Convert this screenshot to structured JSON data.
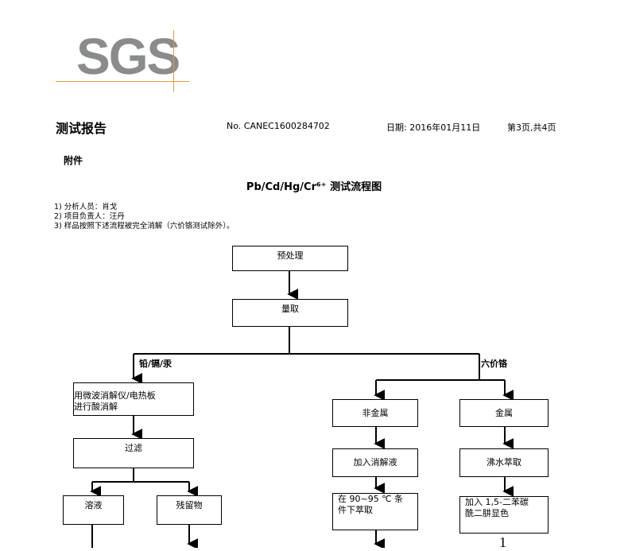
{
  "header": {
    "logo_text": "SGS",
    "title": "测试报告",
    "report_no": "No. CANEC1600284702",
    "date": "日期: 2016年01月11日",
    "page": "第3页,共4页"
  },
  "annex": "附件",
  "chart_title": "Pb/Cd/Hg/Cr⁶⁺ 测试流程图",
  "notes": [
    "1) 分析人员：肖戈",
    "2) 项目负责人：汪丹",
    "3) 样品按照下述流程被完全消解（六价铬测试除外）。"
  ],
  "flow": {
    "pretreat": "预处理",
    "measure": "量取",
    "branch_left": "铅/镉/汞",
    "branch_right": "六价铬",
    "digest_line1": "用微波消解仪/电热板",
    "digest_line2": "进行酸消解",
    "filter": "过滤",
    "solution": "溶液",
    "residue": "残留物",
    "nonmetal": "非金属",
    "metal": "金属",
    "add_digest": "加入消解液",
    "boil_extract": "沸水萃取",
    "extract_line1": "在  90~95 ℃ 条",
    "extract_line2": "件下萃取",
    "color_line1": "加入 1,5-二苯碳",
    "color_line2": "酰二肼显色",
    "stray_mark": "1"
  }
}
